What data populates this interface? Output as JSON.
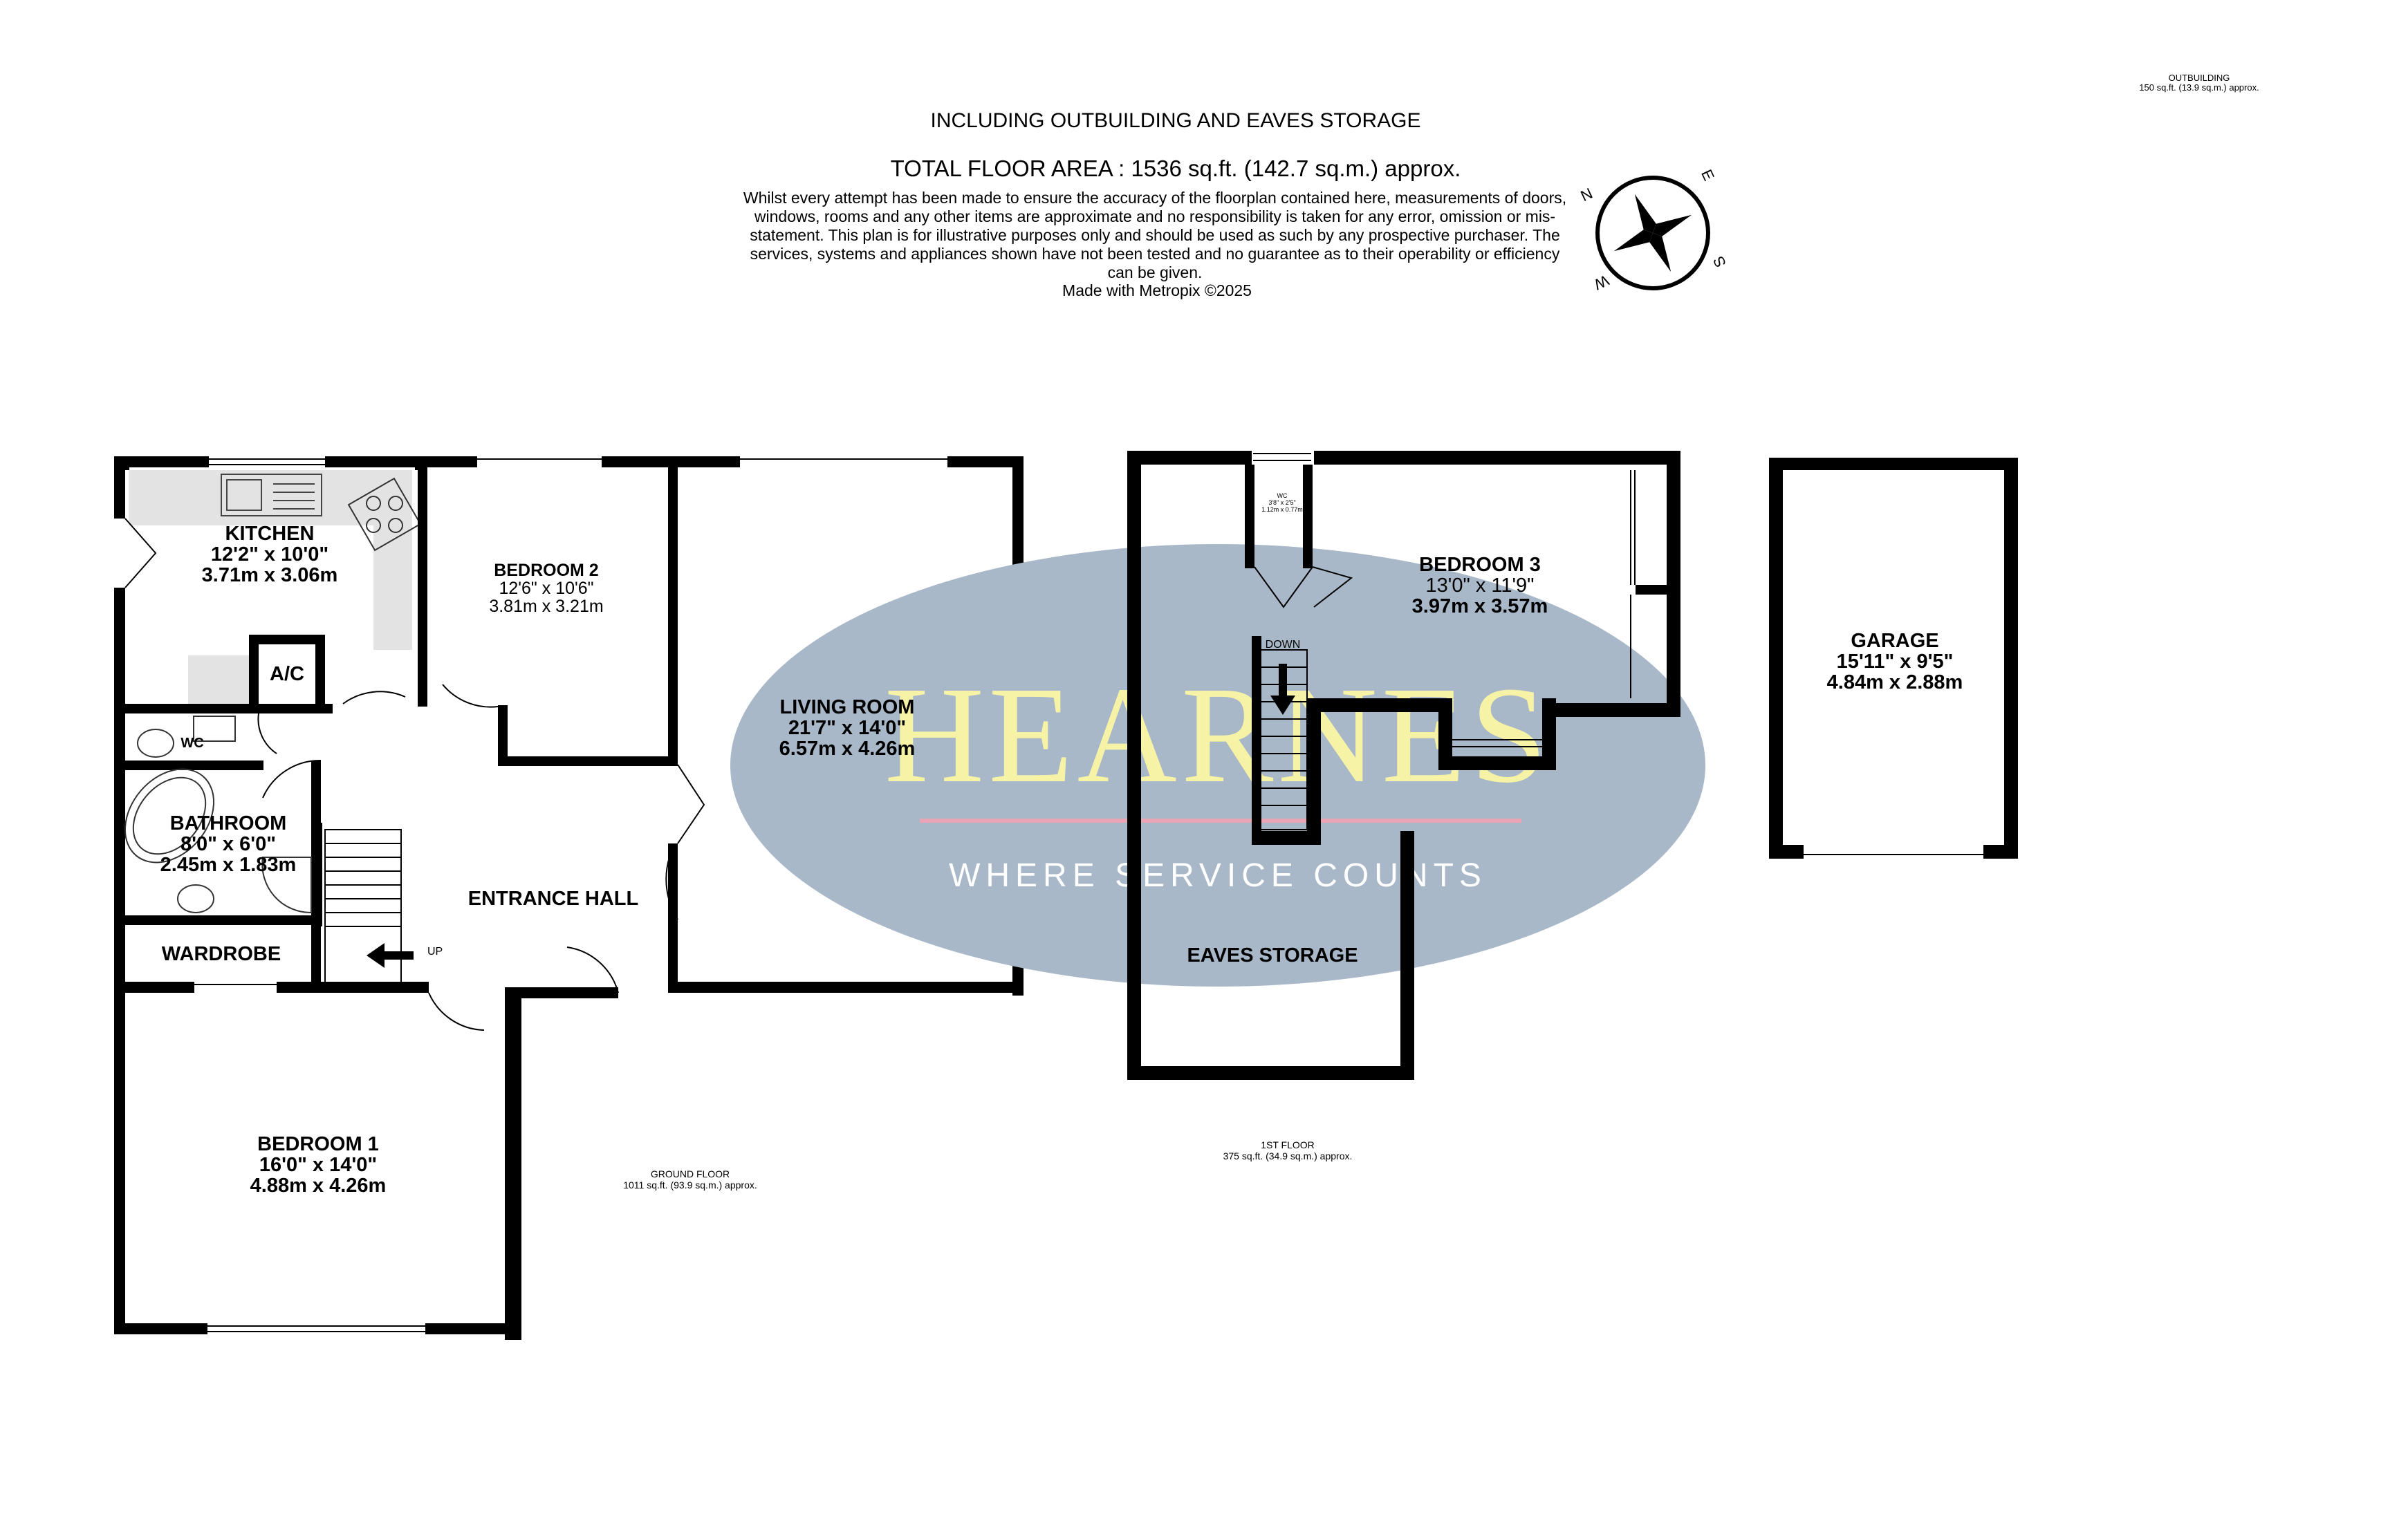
{
  "header": {
    "title": "INCLUDING OUTBUILDING AND EAVES STORAGE",
    "total": "TOTAL FLOOR AREA : 1536 sq.ft. (142.7 sq.m.) approx.",
    "disclaimer": "Whilst every attempt has been made to ensure the accuracy of the floorplan contained here, measurements of doors, windows, rooms and any other items are approximate and no responsibility is taken for any error, omission or mis-statement. This plan is for illustrative purposes only and should be used as such by any prospective purchaser. The services, systems and appliances shown have not been tested and no guarantee as to their operability or efficiency can be given.",
    "made_with": "Made with Metropix ©2025"
  },
  "outbuilding": {
    "label": "OUTBUILDING",
    "area": "150 sq.ft. (13.9 sq.m.) approx."
  },
  "ground_floor": {
    "label": "GROUND FLOOR",
    "area": "1011 sq.ft. (93.9 sq.m.) approx."
  },
  "first_floor": {
    "label": "1ST FLOOR",
    "area": "375 sq.ft. (34.9 sq.m.) approx."
  },
  "compass": {
    "n": "N",
    "e": "E",
    "s": "S",
    "w": "W"
  },
  "watermark": {
    "brand": "HEARNES",
    "tagline": "WHERE SERVICE COUNTS"
  },
  "rooms": {
    "kitchen": {
      "name": "KITCHEN",
      "imperial": "12'2\"  x 10'0\"",
      "metric": "3.71m  x 3.06m"
    },
    "bedroom2": {
      "name": "BEDROOM 2",
      "imperial": "12'6\"  x 10'6\"",
      "metric": "3.81m  x 3.21m"
    },
    "living": {
      "name": "LIVING ROOM",
      "imperial": "21'7\"  x 14'0\"",
      "metric": "6.57m  x 4.26m"
    },
    "ac": {
      "name": "A/C"
    },
    "wc": {
      "name": "WC"
    },
    "bathroom": {
      "name": "BATHROOM",
      "imperial": "8'0\"  x 6'0\"",
      "metric": "2.45m  x 1.83m"
    },
    "wardrobe": {
      "name": "WARDROBE"
    },
    "hall": {
      "name": "ENTRANCE HALL",
      "up": "UP"
    },
    "bedroom1": {
      "name": "BEDROOM 1",
      "imperial": "16'0\"  x 14'0\"",
      "metric": "4.88m  x 4.26m"
    },
    "wc_upper": {
      "name": "WC",
      "imperial": "3'8\" x 2'5\"",
      "metric": "1.12m x 0.77m"
    },
    "bedroom3": {
      "name": "BEDROOM 3",
      "imperial": "13'0\"  x 11'9\"",
      "metric": "3.97m  x 3.57m"
    },
    "down": "DOWN",
    "eaves": {
      "name": "EAVES STORAGE"
    },
    "garage": {
      "name": "GARAGE",
      "imperial": "15'11\"  x 9'5\"",
      "metric": "4.84m  x 2.88m"
    }
  },
  "colors": {
    "wall": "#000000",
    "fitted": "#e3e3e3",
    "watermark_fill": "#a9b8c8",
    "brand_text": "#f7f3a6",
    "tagline_text": "#ffffff",
    "rule": "#e8a6b4"
  }
}
